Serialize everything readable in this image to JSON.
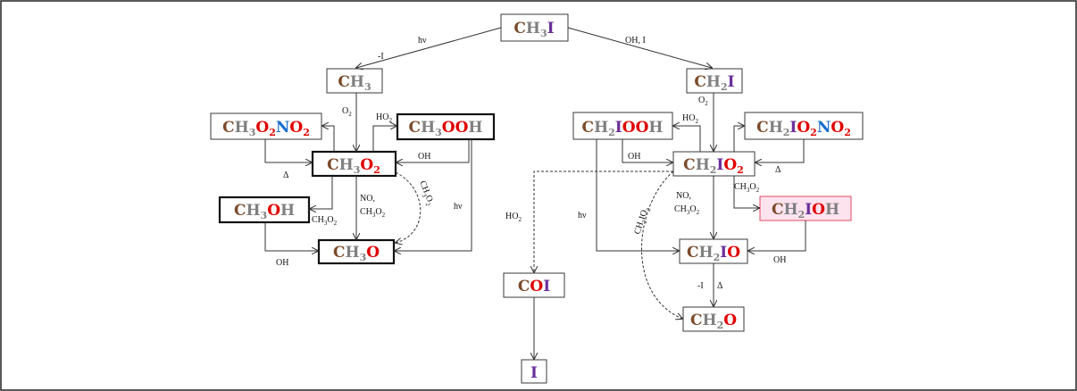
{
  "colors": {
    "C": "#7b4b2a",
    "H": "#808080",
    "O": "#e00000",
    "I": "#6a2e9a",
    "N": "#1a6fd0"
  },
  "nodes": {
    "ch3i": {
      "parts": [
        [
          "C",
          "C"
        ],
        [
          "H",
          "H"
        ],
        [
          "3",
          "sub"
        ],
        [
          "I",
          "I"
        ]
      ]
    },
    "ch3": {
      "parts": [
        [
          "C",
          "C"
        ],
        [
          "H",
          "H"
        ],
        [
          "3",
          "sub"
        ]
      ]
    },
    "ch2i": {
      "parts": [
        [
          "C",
          "C"
        ],
        [
          "H",
          "H"
        ],
        [
          "2",
          "sub"
        ],
        [
          "I",
          "I"
        ]
      ]
    },
    "ch3o2no2": {
      "parts": [
        [
          "C",
          "C"
        ],
        [
          "H",
          "H"
        ],
        [
          "3",
          "sub"
        ],
        [
          "O",
          "O"
        ],
        [
          "2",
          "sub"
        ],
        [
          "N",
          "N"
        ],
        [
          "O",
          "O"
        ],
        [
          "2",
          "sub"
        ]
      ]
    },
    "ch3ooh": {
      "parts": [
        [
          "C",
          "C"
        ],
        [
          "H",
          "H"
        ],
        [
          "3",
          "sub"
        ],
        [
          "O",
          "O"
        ],
        [
          "O",
          "O"
        ],
        [
          "H",
          "H"
        ]
      ]
    },
    "ch3o2": {
      "parts": [
        [
          "C",
          "C"
        ],
        [
          "H",
          "H"
        ],
        [
          "3",
          "sub"
        ],
        [
          "O",
          "O"
        ],
        [
          "2",
          "sub"
        ]
      ]
    },
    "ch3oh": {
      "parts": [
        [
          "C",
          "C"
        ],
        [
          "H",
          "H"
        ],
        [
          "3",
          "sub"
        ],
        [
          "O",
          "O"
        ],
        [
          "H",
          "H"
        ]
      ]
    },
    "ch3o": {
      "parts": [
        [
          "C",
          "C"
        ],
        [
          "H",
          "H"
        ],
        [
          "3",
          "sub"
        ],
        [
          "O",
          "O"
        ]
      ]
    },
    "ch2iooh": {
      "parts": [
        [
          "C",
          "C"
        ],
        [
          "H",
          "H"
        ],
        [
          "2",
          "sub"
        ],
        [
          "I",
          "I"
        ],
        [
          "O",
          "O"
        ],
        [
          "O",
          "O"
        ],
        [
          "H",
          "H"
        ]
      ]
    },
    "ch2io2": {
      "parts": [
        [
          "C",
          "C"
        ],
        [
          "H",
          "H"
        ],
        [
          "2",
          "sub"
        ],
        [
          "I",
          "I"
        ],
        [
          "O",
          "O"
        ],
        [
          "2",
          "sub"
        ]
      ]
    },
    "ch2io2no2": {
      "parts": [
        [
          "C",
          "C"
        ],
        [
          "H",
          "H"
        ],
        [
          "2",
          "sub"
        ],
        [
          "I",
          "I"
        ],
        [
          "O",
          "O"
        ],
        [
          "2",
          "sub"
        ],
        [
          "N",
          "N"
        ],
        [
          "O",
          "O"
        ],
        [
          "2",
          "sub"
        ]
      ]
    },
    "ch2ioh": {
      "parts": [
        [
          "C",
          "C"
        ],
        [
          "H",
          "H"
        ],
        [
          "2",
          "sub"
        ],
        [
          "I",
          "I"
        ],
        [
          "O",
          "O"
        ],
        [
          "H",
          "H"
        ]
      ]
    },
    "ch2io": {
      "parts": [
        [
          "C",
          "C"
        ],
        [
          "H",
          "H"
        ],
        [
          "2",
          "sub"
        ],
        [
          "I",
          "I"
        ],
        [
          "O",
          "O"
        ]
      ]
    },
    "coi": {
      "parts": [
        [
          "C",
          "C"
        ],
        [
          "O",
          "O"
        ],
        [
          "I",
          "I"
        ]
      ]
    },
    "ch2o": {
      "parts": [
        [
          "C",
          "C"
        ],
        [
          "H",
          "H"
        ],
        [
          "2",
          "sub"
        ],
        [
          "O",
          "O"
        ]
      ]
    },
    "i": {
      "parts": [
        [
          "I",
          "I"
        ]
      ]
    }
  },
  "labels": {
    "hv": "hν",
    "minus_i": "-I",
    "oh_i": "OH, I",
    "o2": "O",
    "o2_sub": "2",
    "ho2": "HO",
    "ho2_sub": "2",
    "oh": "OH",
    "delta": "Δ",
    "ch3o2_a": "CH",
    "ch3o2_b": "3",
    "ch3o2_c": "O",
    "ch3o2_d": "2",
    "no": "NO,",
    "ch2io2_a": "CH",
    "ch2io2_b": "2",
    "ch2io2_c": "IO",
    "ch2io2_d": "2"
  }
}
